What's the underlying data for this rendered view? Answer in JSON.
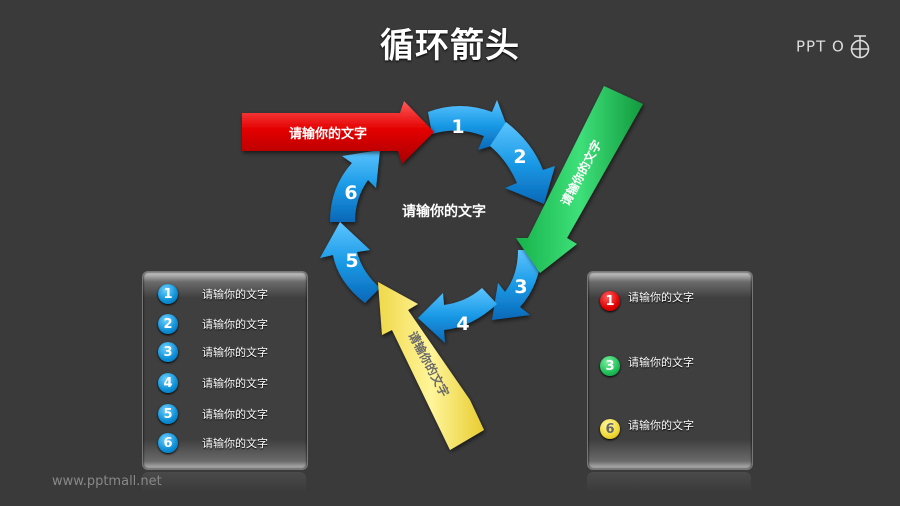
{
  "title": "循环箭头",
  "logo": "PPT O",
  "watermark": "www.pptmall.net",
  "center_text": "请输你的文字",
  "colors": {
    "background": "#3a3a3a",
    "cycle_blue": "#1a9ae6",
    "red": "#e00000",
    "green": "#22c55a",
    "yellow": "#f3e060"
  },
  "cycle_arrows": [
    {
      "number": "1"
    },
    {
      "number": "2"
    },
    {
      "number": "3"
    },
    {
      "number": "4"
    },
    {
      "number": "5"
    },
    {
      "number": "6"
    }
  ],
  "input_arrows": {
    "red": {
      "label": "请输你的文字",
      "target_step": "1"
    },
    "green": {
      "label": "请输你的文字",
      "target_step": "3"
    },
    "yellow": {
      "label": "请输你的文字",
      "target_step": "6"
    }
  },
  "left_panel": {
    "items": [
      {
        "number": "1",
        "text": "请输你的文字"
      },
      {
        "number": "2",
        "text": "请输你的文字"
      },
      {
        "number": "3",
        "text": "请输你的文字"
      },
      {
        "number": "4",
        "text": "请输你的文字"
      },
      {
        "number": "5",
        "text": "请输你的文字"
      },
      {
        "number": "6",
        "text": "请输你的文字"
      }
    ]
  },
  "right_panel": {
    "items": [
      {
        "number": "1",
        "text": "请输你的文字",
        "color": "red"
      },
      {
        "number": "3",
        "text": "请输你的文字",
        "color": "green"
      },
      {
        "number": "6",
        "text": "请输你的文字",
        "color": "yellow"
      }
    ]
  }
}
